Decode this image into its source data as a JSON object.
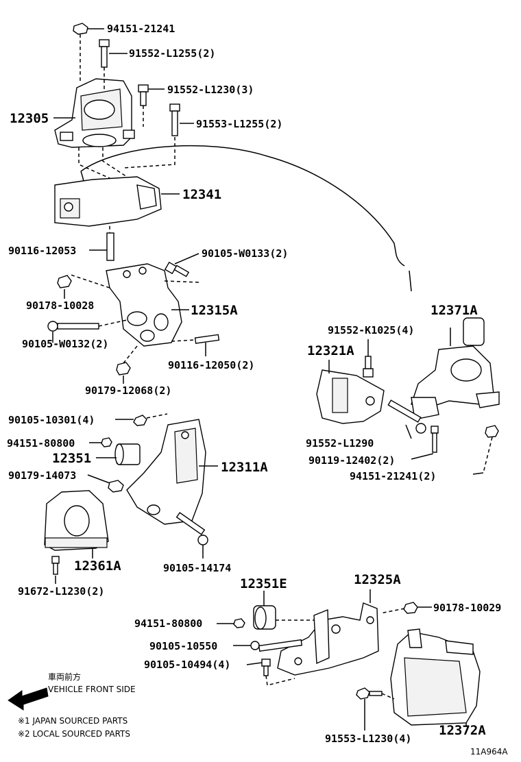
{
  "labels": {
    "p1": "94151-21241",
    "p2": "91552-L1255(2)",
    "p3": "91552-L1230(3)",
    "p4": "12305",
    "p5": "91553-L1255(2)",
    "p6": "12341",
    "p7": "90116-12053",
    "p8": "90105-W0133(2)",
    "p9": "90178-10028",
    "p10": "12315A",
    "p11": "90105-W0132(2)",
    "p12": "90116-12050(2)",
    "p13": "90179-12068(2)",
    "p14": "12371A",
    "p15": "91552-K1025(4)",
    "p16": "12321A",
    "p17": "91552-L1290",
    "p18": "90119-12402(2)",
    "p19": "94151-21241(2)",
    "p20": "90105-10301(4)",
    "p21": "94151-80800",
    "p22": "12351",
    "p23": "12311A",
    "p24": "90179-14073",
    "p25": "12361A",
    "p26": "90105-14174",
    "p27": "91672-L1230(2)",
    "p28": "12351E",
    "p29": "12325A",
    "p30": "90178-10029",
    "p31": "94151-80800",
    "p32": "90105-10550",
    "p33": "90105-10494(4)",
    "p34": "91553-L1230(4)",
    "p35": "12372A"
  },
  "legend": {
    "jp_direction": "車両前方",
    "en_direction": "VEHICLE FRONT SIDE",
    "note1": "※1 JAPAN SOURCED PARTS",
    "note2": "※2 LOCAL SOURCED PARTS"
  },
  "diagram_code": "11A964A"
}
